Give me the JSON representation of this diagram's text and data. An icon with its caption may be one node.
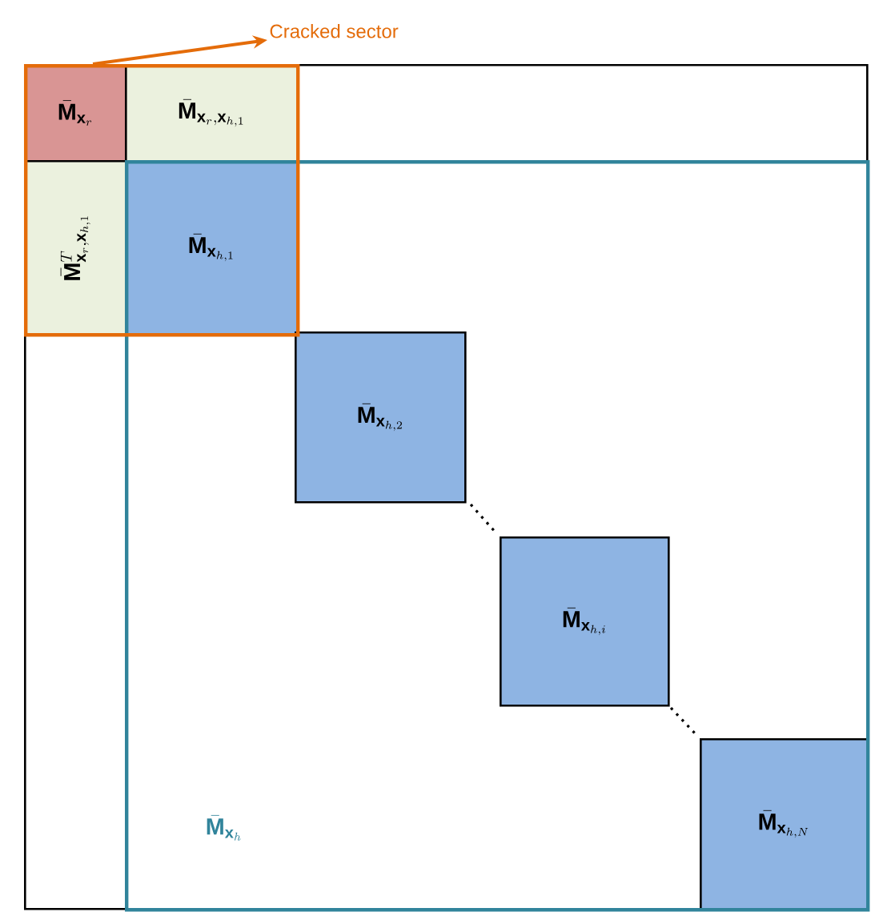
{
  "diagram": {
    "nodes": [
      {
        "text": [],
        "shape": "box"
      },
      {
        "text": [
          "Cracked sector"
        ]
      },
      {
        "text": [],
        "shape": "box",
        "in": 0
      },
      {
        "text": [
          "\\bar{\\mathbf{M}}_{\\mathbf{x}_r}"
        ],
        "in": 2
      },
      {
        "text": [
          "\\bar{\\mathbf{M}}_{\\mathbf{x}_r,\\mathbf{x}_{h,1}}"
        ],
        "in": 2
      },
      {
        "text": [
          "\\bar{\\mathbf{M}}^T_{\\mathbf{x}_r,\\mathbf{x}_{h,1}}"
        ],
        "in": 2
      },
      {
        "text": [
          "\\bar{\\mathbf{M}}_{\\mathbf{x}_{h,1}}"
        ]
      },
      {
        "text": [
          "\\bar{\\mathbf{M}}_{\\mathbf{x}_h}"
        ],
        "in": 0
      },
      {
        "text": [
          "\\bar{\\mathbf{M}}_{\\mathbf{x}_{h,2}}"
        ],
        "in": 7
      },
      {
        "text": [
          "\\bar{\\mathbf{M}}_{\\mathbf{x}_{h,i}}"
        ],
        "in": 7
      },
      {
        "text": [
          "\\bar{\\mathbf{M}}_{\\mathbf{x}_{h,N}}"
        ],
        "in": 7
      }
    ],
    "edges": [
      {
        "from": 2,
        "to": 1,
        "arrow": "to",
        "color": "#e46c0a"
      }
    ]
  }
}
